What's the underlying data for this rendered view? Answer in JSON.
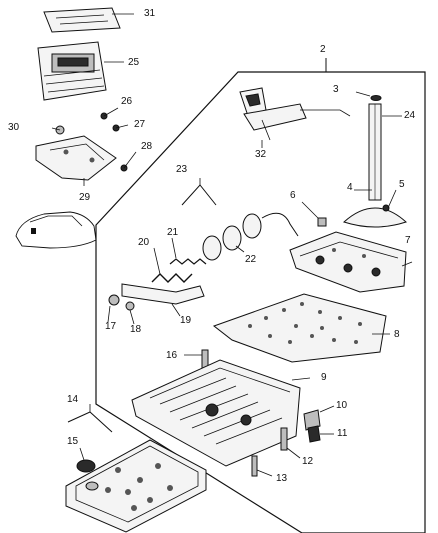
{
  "diagram": {
    "callouts": [
      {
        "id": "c31",
        "label": "31"
      },
      {
        "id": "c25",
        "label": "25"
      },
      {
        "id": "c2",
        "label": "2"
      },
      {
        "id": "c26",
        "label": "26"
      },
      {
        "id": "c27",
        "label": "27"
      },
      {
        "id": "c30",
        "label": "30"
      },
      {
        "id": "c28",
        "label": "28"
      },
      {
        "id": "c29",
        "label": "29"
      },
      {
        "id": "c3",
        "label": "3"
      },
      {
        "id": "c24",
        "label": "24"
      },
      {
        "id": "c32",
        "label": "32"
      },
      {
        "id": "c23",
        "label": "23"
      },
      {
        "id": "c6",
        "label": "6"
      },
      {
        "id": "c4",
        "label": "4"
      },
      {
        "id": "c5",
        "label": "5"
      },
      {
        "id": "c7",
        "label": "7"
      },
      {
        "id": "c21",
        "label": "21"
      },
      {
        "id": "c20",
        "label": "20"
      },
      {
        "id": "c22",
        "label": "22"
      },
      {
        "id": "c17",
        "label": "17"
      },
      {
        "id": "c18",
        "label": "18"
      },
      {
        "id": "c19",
        "label": "19"
      },
      {
        "id": "c8",
        "label": "8"
      },
      {
        "id": "c16",
        "label": "16"
      },
      {
        "id": "c9",
        "label": "9"
      },
      {
        "id": "c14",
        "label": "14"
      },
      {
        "id": "c10",
        "label": "10"
      },
      {
        "id": "c15",
        "label": "15"
      },
      {
        "id": "c11",
        "label": "11"
      },
      {
        "id": "c12",
        "label": "12"
      },
      {
        "id": "c13",
        "label": "13"
      }
    ]
  }
}
